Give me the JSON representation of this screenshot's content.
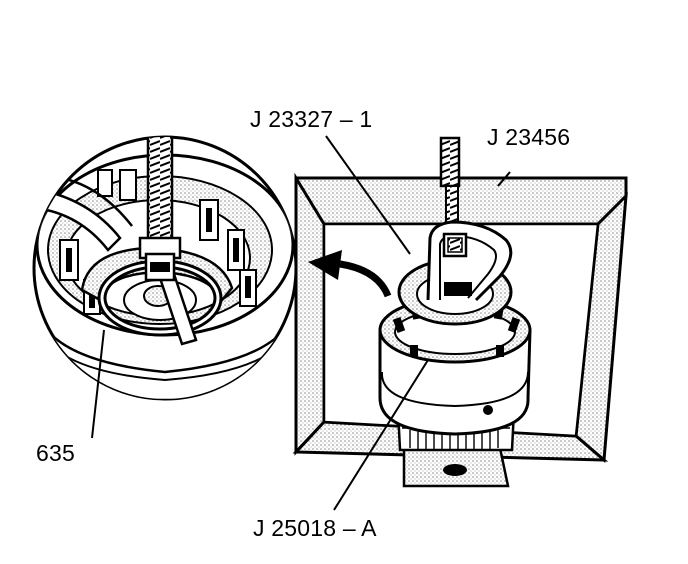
{
  "labels": {
    "tool_j23327": "J 23327 – 1",
    "tool_j23456": "J 23456",
    "part_635": "635",
    "tool_j25018": "J 25018 – A"
  },
  "colors": {
    "ink": "#000000",
    "paper": "#ffffff",
    "stipple": "#9a9a9a"
  }
}
